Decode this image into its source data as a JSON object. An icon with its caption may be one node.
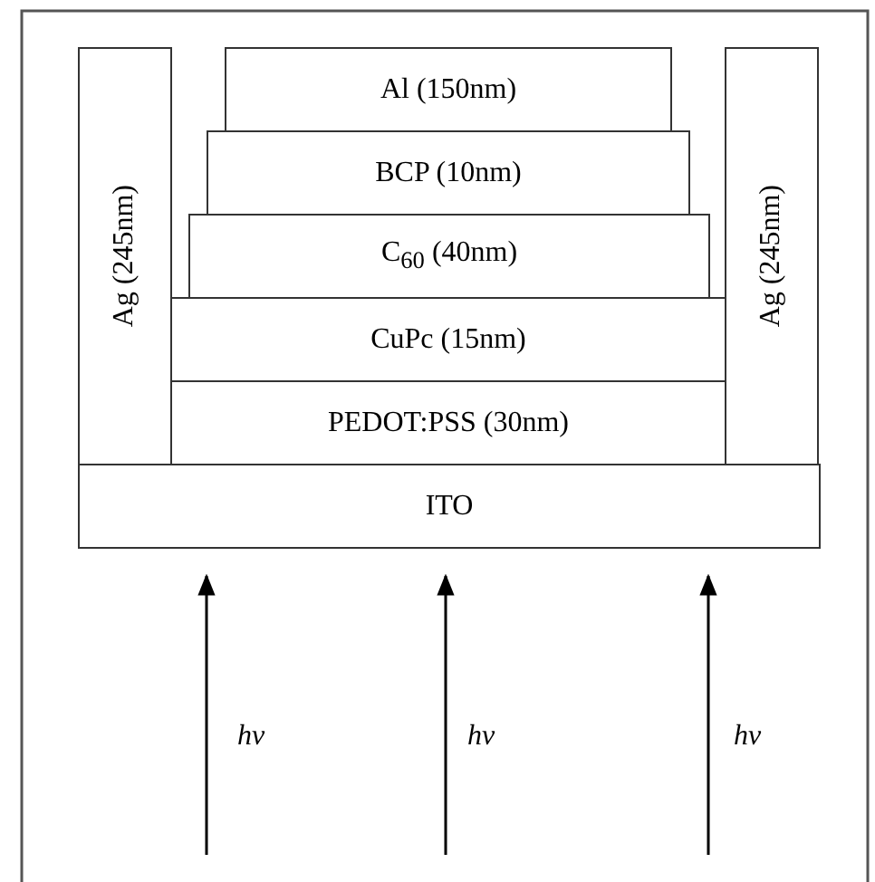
{
  "diagram": {
    "nodes": [
      {
        "text": [
          "Ag (245nm)"
        ]
      },
      {
        "text": [
          "Al (150nm)"
        ]
      },
      {
        "text": [
          "BCP (10nm)"
        ]
      },
      {
        "text": [
          "C$_{60}$ (40nm)"
        ]
      },
      {
        "text": [
          "CuPc (15nm)"
        ]
      },
      {
        "text": [
          "PEDOT:PSS (30nm)"
        ]
      },
      {
        "text": [
          "Ag (245nm)"
        ]
      },
      {
        "text": [
          "ITO"
        ]
      }
    ],
    "labels": [
      "hv",
      "hv",
      "hv"
    ]
  }
}
